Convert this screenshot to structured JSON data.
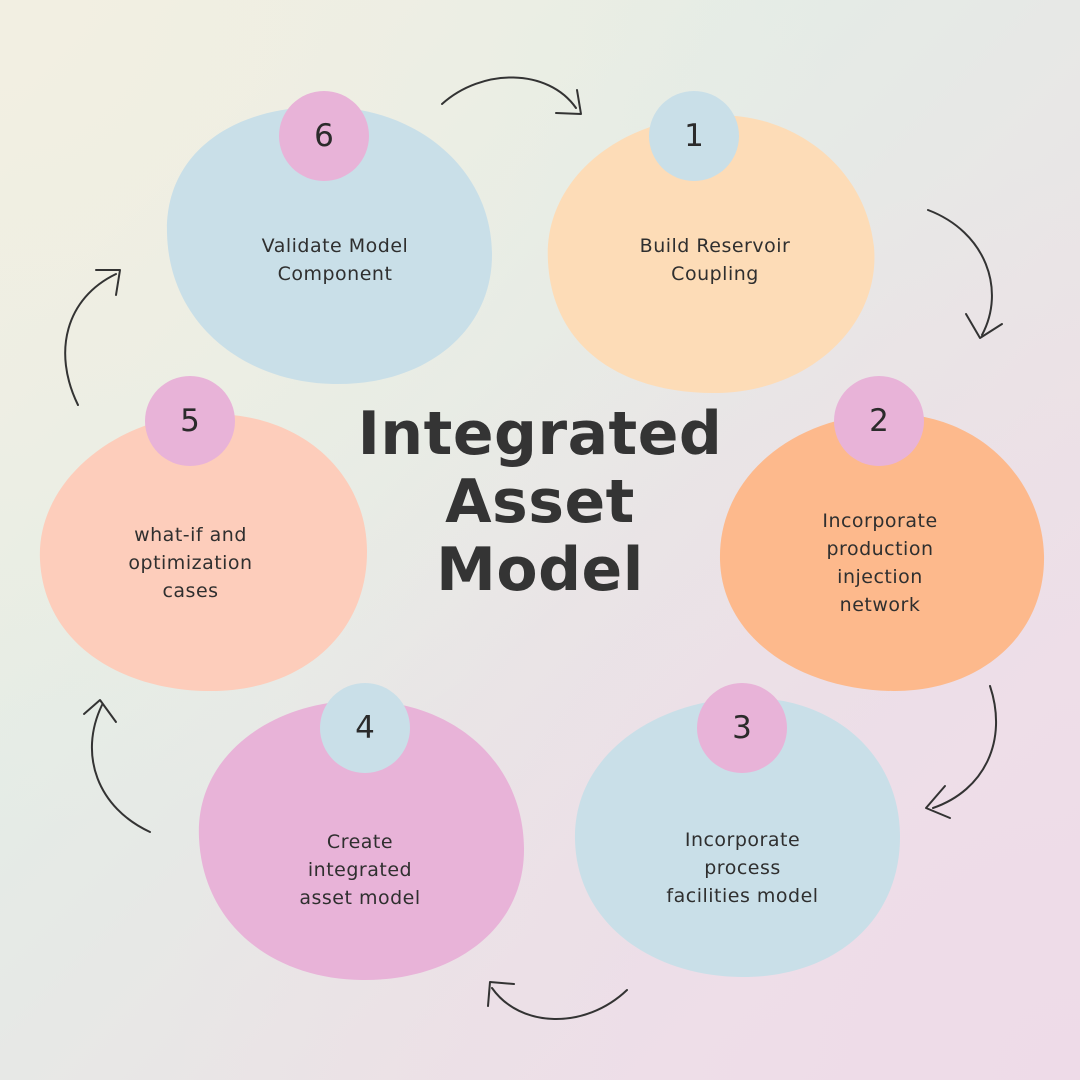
{
  "title_lines": [
    "Integrated",
    "Asset",
    "Model"
  ],
  "colors": {
    "peach_light": "#fddcb7",
    "orange": "#fdb98c",
    "light_blue": "#c9dfe8",
    "pink": "#e8b3d8",
    "salmon": "#fdcdbb",
    "text": "#2f2f2f"
  },
  "steps": [
    {
      "number": "1",
      "label": "Build Reservoir Coupling",
      "blob_color": "#fddcb7",
      "badge_color": "#c9dfe8"
    },
    {
      "number": "2",
      "label": "Incorporate production injection network",
      "blob_color": "#fdb98c",
      "badge_color": "#e8b3d8"
    },
    {
      "number": "3",
      "label": "Incorporate process facilities model",
      "blob_color": "#c9dfe8",
      "badge_color": "#e8b3d8"
    },
    {
      "number": "4",
      "label": "Create integrated asset model",
      "blob_color": "#e8b3d8",
      "badge_color": "#c9dfe8"
    },
    {
      "number": "5",
      "label": "what-if and optimization cases",
      "blob_color": "#fdcdbb",
      "badge_color": "#e8b3d8"
    },
    {
      "number": "6",
      "label": "Validate Model Component",
      "blob_color": "#c9dfe8",
      "badge_color": "#e8b3d8"
    }
  ],
  "connector_icon": "curved-arrow-icon"
}
